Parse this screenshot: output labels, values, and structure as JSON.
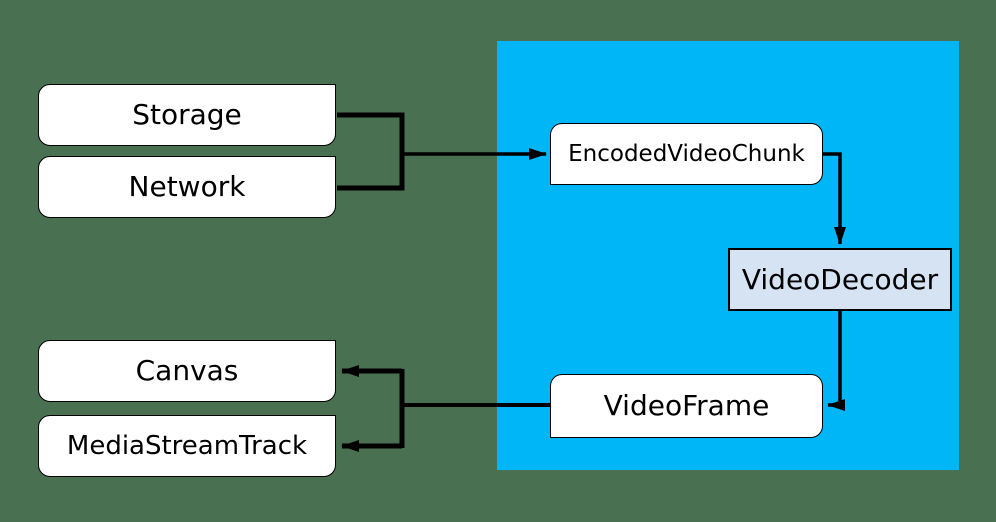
{
  "diagram": {
    "description": "WebCodecs video decode pipeline diagram",
    "colors": {
      "background": "#4a7052",
      "api_region": "#00b6f7",
      "node_fill": "#ffffff",
      "decoder_fill": "#d5e3f3",
      "connector": "#000000",
      "text": "#000000"
    },
    "nodes": {
      "storage": {
        "label": "Storage"
      },
      "network": {
        "label": "Network"
      },
      "encoded_video_chunk": {
        "label": "EncodedVideoChunk"
      },
      "video_decoder": {
        "label": "VideoDecoder"
      },
      "video_frame": {
        "label": "VideoFrame"
      },
      "canvas": {
        "label": "Canvas"
      },
      "media_stream_track": {
        "label": "MediaStreamTrack"
      }
    },
    "edges": [
      {
        "from": "Storage",
        "to": "EncodedVideoChunk"
      },
      {
        "from": "Network",
        "to": "EncodedVideoChunk"
      },
      {
        "from": "EncodedVideoChunk",
        "to": "VideoDecoder"
      },
      {
        "from": "VideoDecoder",
        "to": "VideoFrame"
      },
      {
        "from": "VideoFrame",
        "to": "Canvas"
      },
      {
        "from": "VideoFrame",
        "to": "MediaStreamTrack"
      }
    ]
  }
}
